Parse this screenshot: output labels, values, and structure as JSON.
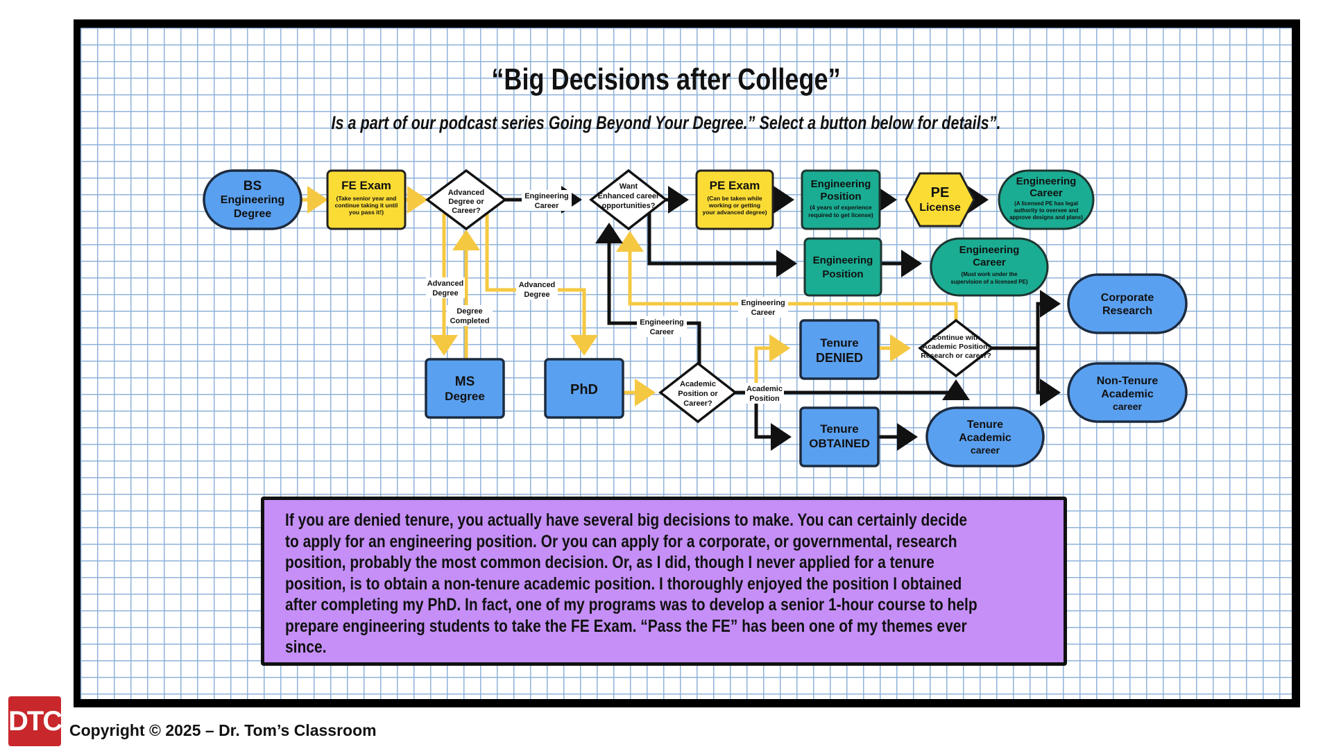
{
  "header": {
    "title": "“Big Decisions after College”",
    "subtitle": "Is a part of our podcast series Going Beyond Your Degree.” Select a button below for details”."
  },
  "nodes": {
    "bs_degree": {
      "line1": "BS",
      "line2": "Engineering",
      "line3": "Degree"
    },
    "fe_exam": {
      "title": "FE Exam",
      "note1": "(Take senior year and",
      "note2": "continue taking it until",
      "note3": "you pass it!)"
    },
    "advanced_decision": {
      "line1": "Advanced",
      "line2": "Degree or",
      "line3": "Career?"
    },
    "enhanced_decision": {
      "line1": "Want",
      "line2": "Enhanced career",
      "line3": "opportunities?"
    },
    "pe_exam": {
      "title": "PE Exam",
      "note1": "(Can be taken while",
      "note2": "working or getting",
      "note3": "your advanced degree)"
    },
    "eng_position_top": {
      "line1": "Engineering",
      "line2": "Position",
      "note1": "(4 years of experience",
      "note2": "required to get license)"
    },
    "pe_license": {
      "line1": "PE",
      "line2": "License"
    },
    "eng_career_top": {
      "line1": "Engineering",
      "line2": "Career",
      "note1": "(A licensed PE has legal",
      "note2": "authority to oversee and",
      "note3": "approve designs and plans)"
    },
    "eng_position_mid": {
      "line1": "Engineering",
      "line2": "Position"
    },
    "eng_career_mid": {
      "line1": "Engineering",
      "line2": "Career",
      "note1": "(Must work under the",
      "note2": "supervision of a licensed PE)"
    },
    "ms_degree": {
      "line1": "MS",
      "line2": "Degree"
    },
    "phd": {
      "line1": "PhD"
    },
    "academic_decision": {
      "line1": "Academic",
      "line2": "Position or",
      "line3": "Career?"
    },
    "tenure_denied": {
      "line1": "Tenure",
      "line2": "DENIED"
    },
    "tenure_obtained": {
      "line1": "Tenure",
      "line2": "OBTAINED"
    },
    "continue_decision": {
      "line1": "Continue with",
      "line2": "Academic Position,",
      "line3": "Research or career?"
    },
    "corporate_research": {
      "line1": "Corporate",
      "line2": "Research"
    },
    "non_tenure": {
      "line1": "Non-Tenure",
      "line2": "Academic",
      "line3": "career"
    },
    "tenure_academic": {
      "line1": "Tenure",
      "line2": "Academic",
      "line3": "career"
    }
  },
  "edge_labels": {
    "eng_career_1": {
      "line1": "Engineering",
      "line2": "Career"
    },
    "advanced_degree_left": {
      "line1": "Advanced",
      "line2": "Degree"
    },
    "degree_completed": {
      "line1": "Degree",
      "line2": "Completed"
    },
    "advanced_degree_right": {
      "line1": "Advanced",
      "line2": "Degree"
    },
    "eng_career_2": {
      "line1": "Engineering",
      "line2": "Career"
    },
    "eng_career_3": {
      "line1": "Engineering",
      "line2": "Career"
    },
    "academic_position": {
      "line1": "Academic",
      "line2": "Position"
    }
  },
  "description": "If you are denied tenure, you actually have several big decisions to make. You can certainly decide to apply for an engineering position. Or you can apply for a corporate, or governmental, research position, probably the most common decision. Or, as I did, though I never applied for a tenure position, is to obtain a non-tenure academic position. I thoroughly enjoyed the position I obtained after completing my PhD. In fact, one of my programs was to develop a senior 1-hour course to help prepare engineering students to take the FE Exam. “Pass the FE” has been one of my themes ever since.",
  "footer": {
    "logo_text": "DTC",
    "copyright": "Copyright © 2025 – Dr. Tom’s Classroom"
  },
  "colors": {
    "blue": "#5aa0f0",
    "yellow": "#fbdc35",
    "teal": "#1aad93",
    "purple": "#c58ff7",
    "arrow_yellow": "#f5c842",
    "arrow_black": "#111111"
  }
}
